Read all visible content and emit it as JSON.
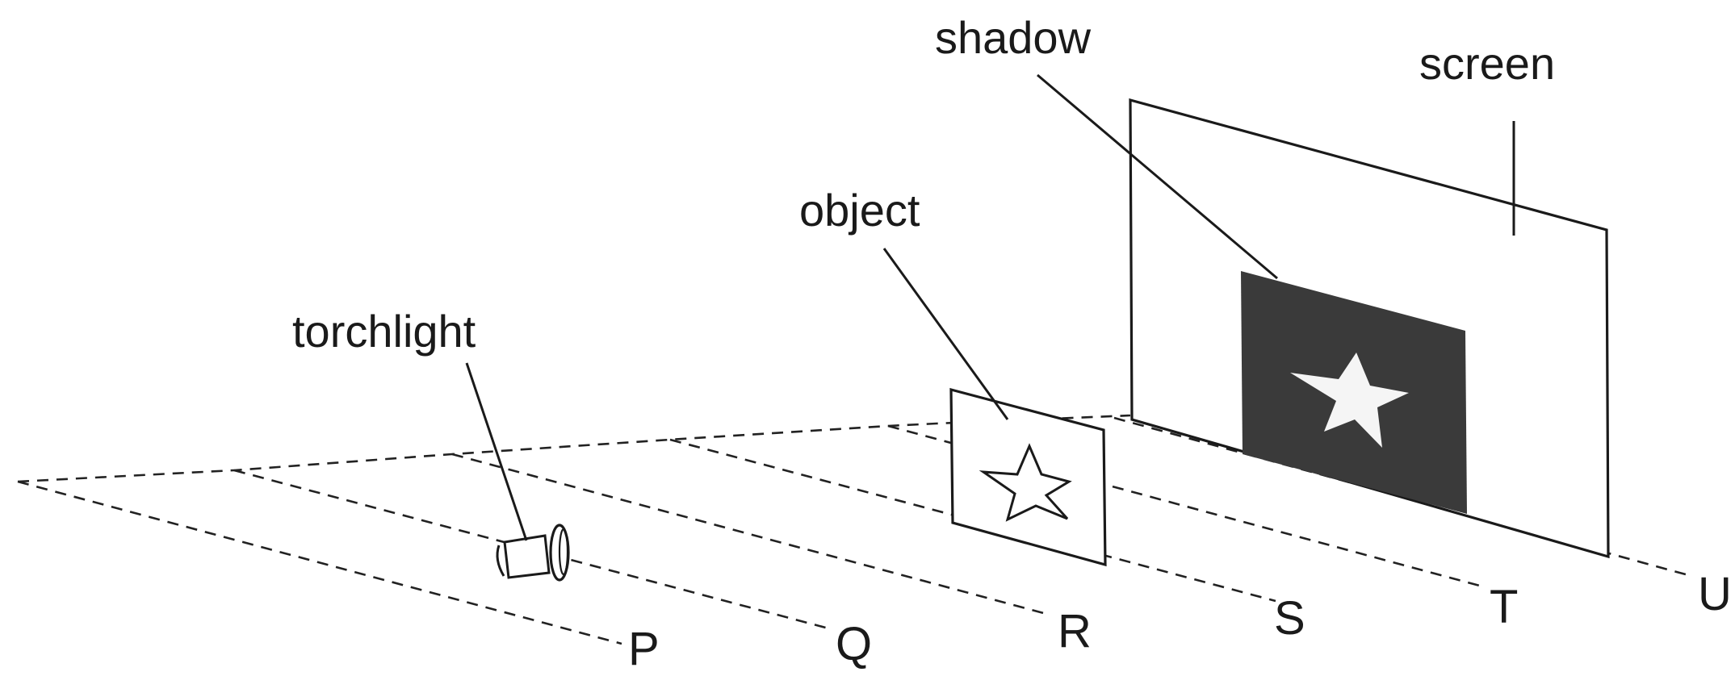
{
  "labels": {
    "shadow": "shadow",
    "screen": "screen",
    "object": "object",
    "torchlight": "torchlight"
  },
  "points": [
    "P",
    "Q",
    "R",
    "S",
    "T",
    "U"
  ],
  "colors": {
    "ink": "#1a1a1a",
    "shadow_fill": "#3a3a3a",
    "background": "#ffffff"
  },
  "icons": {
    "torch": "flashlight-icon",
    "star_object": "star-outline-icon",
    "star_shadow": "star-filled-icon"
  }
}
